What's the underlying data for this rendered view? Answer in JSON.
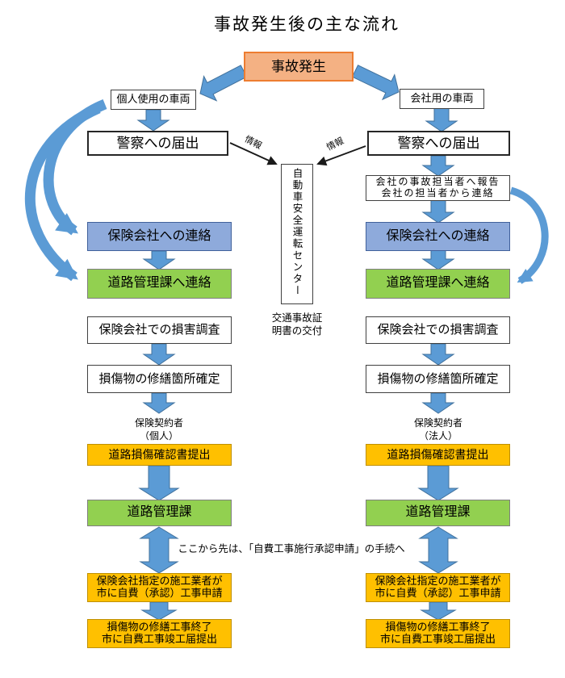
{
  "title": "事故発生後の主な流れ",
  "start": {
    "label": "事故発生"
  },
  "left": {
    "branch_label": "個人使用の車両",
    "police": "警察への届出",
    "info_label": "情報",
    "insurance_contact": "保険会社への連絡",
    "road_contact": "道路管理課へ連絡",
    "damage_survey": "保険会社での損害調査",
    "repair_points": "損傷物の修繕箇所確定",
    "policyholder_line1": "保険契約者",
    "policyholder_line2": "（個人）",
    "damage_report": "道路損傷確認書提出",
    "road_division": "道路管理課",
    "apply_line1": "保険会社指定の施工業者が",
    "apply_line2": "市に自費（承認）工事申請",
    "finish_line1": "損傷物の修繕工事終了",
    "finish_line2": "市に自費工事竣工届提出"
  },
  "right": {
    "branch_label": "会社用の車両",
    "police": "警察への届出",
    "info_label": "情報",
    "report_line1": "会社の事故担当者へ報告",
    "report_line2": "会社の担当者から連絡",
    "insurance_contact": "保険会社への連絡",
    "road_contact": "道路管理課へ連絡",
    "damage_survey": "保険会社での損害調査",
    "repair_points": "損傷物の修繕箇所確定",
    "policyholder_line1": "保険契約者",
    "policyholder_line2": "（法人）",
    "damage_report": "道路損傷確認書提出",
    "road_division": "道路管理課",
    "apply_line1": "保険会社指定の施工業者が",
    "apply_line2": "市に自費（承認）工事申請",
    "finish_line1": "損傷物の修繕工事終了",
    "finish_line2": "市に自費工事竣工届提出"
  },
  "center": {
    "safety_center": "自動車安全運転センター",
    "caption_line1": "交通事故証",
    "caption_line2": "明書の交付"
  },
  "note": "ここから先は、「自費工事施行承認申請」の手続へ",
  "colors": {
    "start_fill": "#F4B183",
    "start_border": "#ED7D31",
    "insurance_fill": "#8EAADB",
    "road_fill": "#92D050",
    "submit_fill": "#FFC000",
    "arrow_blue": "#5B9BD5",
    "info_arrow": "#1a1a1a"
  }
}
